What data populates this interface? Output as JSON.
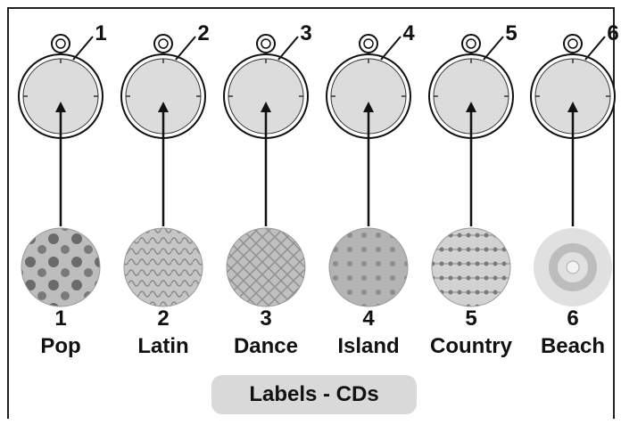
{
  "caption": "Labels - CDs",
  "items": [
    {
      "number": "1",
      "name": "Pop"
    },
    {
      "number": "2",
      "name": "Latin"
    },
    {
      "number": "3",
      "name": "Dance"
    },
    {
      "number": "4",
      "name": "Island"
    },
    {
      "number": "5",
      "name": "Country"
    },
    {
      "number": "6",
      "name": "Beach"
    }
  ]
}
